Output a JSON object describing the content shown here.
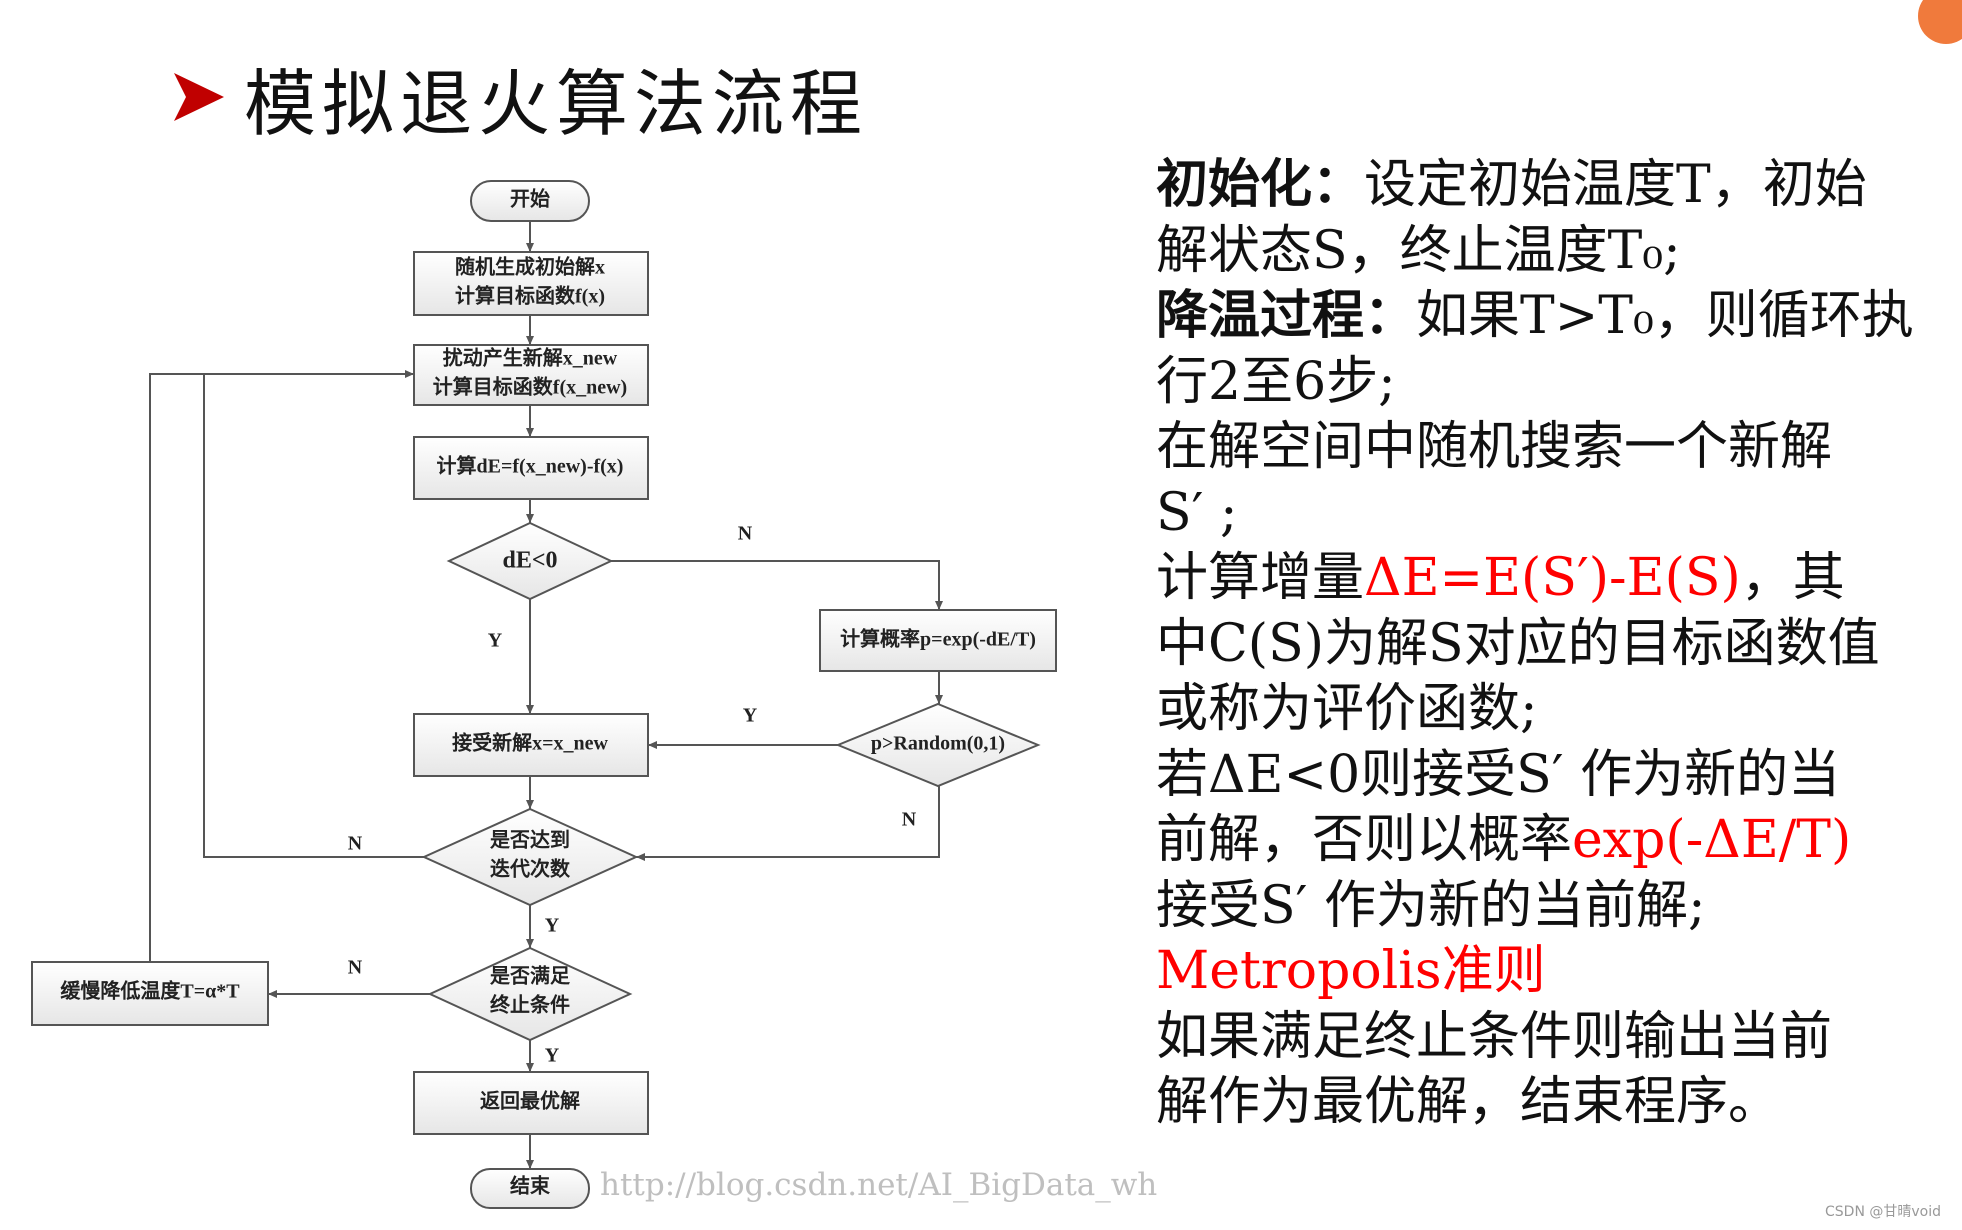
{
  "title": "模拟退火算法流程",
  "colors": {
    "accent_red": "#ff0000",
    "title_arrow": "#c00000",
    "badge": "#f07a3c"
  },
  "flowchart": {
    "start": "开始",
    "init_line1": "随机生成初始解x",
    "init_line2": "计算目标函数f(x)",
    "perturb_line1": "扰动产生新解x_new",
    "perturb_line2": "计算目标函数f(x_new)",
    "delta": "计算dE=f(x_new)-f(x)",
    "cond_de": "dE<0",
    "prob": "计算概率p=exp(-dE/T)",
    "accept": "接受新解x=x_new",
    "cond_random": "p>Random(0,1)",
    "cond_iter_line1": "是否达到",
    "cond_iter_line2": "迭代次数",
    "cond_stop_line1": "是否满足",
    "cond_stop_line2": "终止条件",
    "cool": "缓慢降低温度T=α*T",
    "return_best": "返回最优解",
    "end": "结束",
    "labels": {
      "de_no": "N",
      "de_yes": "Y",
      "random_yes": "Y",
      "random_no": "N",
      "iter_no": "N",
      "iter_yes": "Y",
      "stop_no": "N",
      "stop_yes": "Y"
    }
  },
  "watermark": "http://blog.csdn.net/AI_BigData_wh",
  "description": {
    "lines": [
      {
        "segments": [
          {
            "text": "初始化：",
            "style": "bold"
          },
          {
            "text": "设定初始温度T，初始",
            "style": "normal"
          }
        ]
      },
      {
        "segments": [
          {
            "text": "解状态S，终止温度T₀;",
            "style": "normal"
          }
        ]
      },
      {
        "segments": [
          {
            "text": "降温过程：",
            "style": "bold"
          },
          {
            "text": "如果T>T₀，则循环执",
            "style": "normal"
          }
        ]
      },
      {
        "segments": [
          {
            "text": "行2至6步;",
            "style": "normal"
          }
        ]
      },
      {
        "segments": [
          {
            "text": "在解空间中随机搜索一个新解",
            "style": "normal"
          }
        ]
      },
      {
        "segments": [
          {
            "text": "S′ ;",
            "style": "normal"
          }
        ]
      },
      {
        "segments": [
          {
            "text": "计算增量",
            "style": "normal"
          },
          {
            "text": "ΔE=E(S′)-E(S)",
            "style": "red"
          },
          {
            "text": "，其",
            "style": "normal"
          }
        ]
      },
      {
        "segments": [
          {
            "text": "中C(S)为解S对应的目标函数值",
            "style": "normal"
          }
        ]
      },
      {
        "segments": [
          {
            "text": "或称为评价函数;",
            "style": "normal"
          }
        ]
      },
      {
        "segments": [
          {
            "text": "若ΔE<0则接受S′ 作为新的当",
            "style": "normal"
          }
        ]
      },
      {
        "segments": [
          {
            "text": "前解，否则以概率",
            "style": "normal"
          },
          {
            "text": "exp(-ΔE/T)",
            "style": "red"
          }
        ]
      },
      {
        "segments": [
          {
            "text": "接受S′ 作为新的当前解;",
            "style": "normal"
          }
        ]
      },
      {
        "segments": [
          {
            "text": "Metropolis准则",
            "style": "red"
          }
        ]
      },
      {
        "segments": [
          {
            "text": "如果满足终止条件则输出当前",
            "style": "normal"
          }
        ]
      },
      {
        "segments": [
          {
            "text": "解作为最优解，结束程序。",
            "style": "normal"
          }
        ]
      }
    ]
  },
  "footer_credit": "CSDN @甘晴void"
}
